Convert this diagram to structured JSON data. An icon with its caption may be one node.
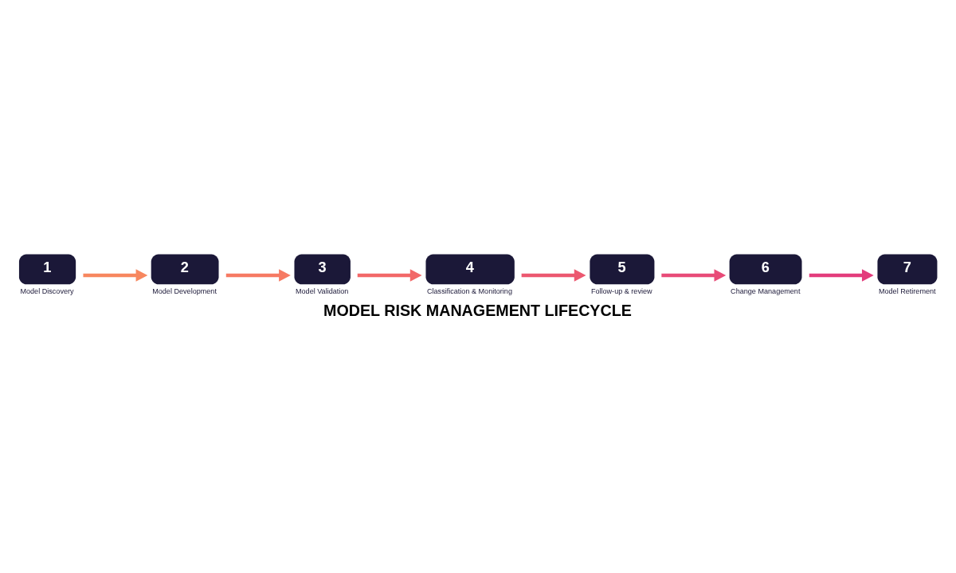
{
  "diagram": {
    "title": "MODEL RISK MANAGEMENT LIFECYCLE",
    "nodes": [
      {
        "text": [
          "1",
          "Model Discovery"
        ]
      },
      {
        "text": [
          "2",
          "Model Development"
        ]
      },
      {
        "text": [
          "3",
          "Model Validation"
        ]
      },
      {
        "text": [
          "4",
          "Classification & Monitoring"
        ]
      },
      {
        "text": [
          "5",
          "Follow-up & review"
        ]
      },
      {
        "text": [
          "6",
          "Change Management"
        ]
      },
      {
        "text": [
          "7",
          "Model Retirement"
        ]
      }
    ],
    "edges": [
      {
        "from": 0,
        "to": 1,
        "arrow": "to"
      },
      {
        "from": 1,
        "to": 2,
        "arrow": "to"
      },
      {
        "from": 2,
        "to": 3,
        "arrow": "to"
      },
      {
        "from": 3,
        "to": 4,
        "arrow": "to"
      },
      {
        "from": 4,
        "to": 5,
        "arrow": "to"
      },
      {
        "from": 5,
        "to": 6,
        "arrow": "to"
      }
    ]
  }
}
